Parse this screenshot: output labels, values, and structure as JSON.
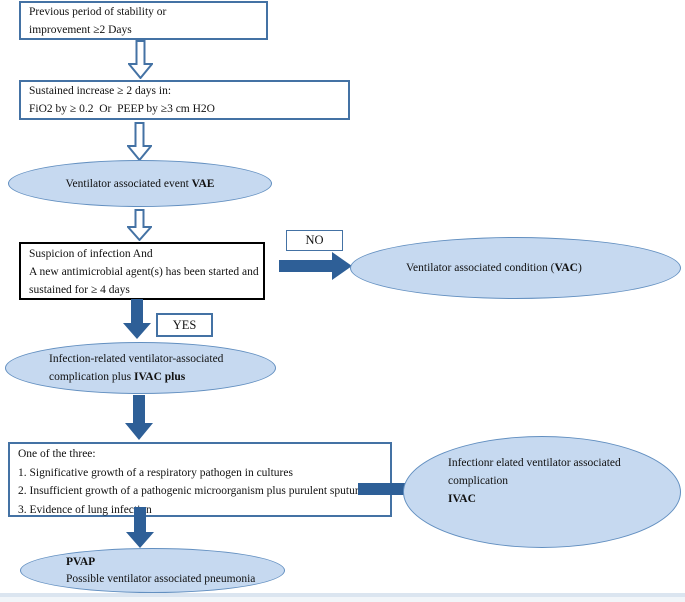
{
  "boxes": {
    "previous": {
      "lines": [
        "Previous period of stability or",
        "improvement ≥2 Days"
      ]
    },
    "sustained": {
      "lines": [
        "Sustained increase ≥ 2 days in:",
        "FiO2 by ≥ 0.2  Or  PEEP by ≥3 cm H2O"
      ]
    },
    "suspicion": {
      "lines": [
        "Suspicion of infection And",
        "A new antimicrobial agent(s) has been started and",
        "sustained for ≥ 4 days"
      ]
    },
    "criteria": {
      "lines": [
        "One of the three:",
        "1. Significative growth of a respiratory pathogen in cultures",
        "2. Insufficient growth of a pathogenic microorganism plus purulent sputum",
        "3. Evidence of lung infection"
      ]
    }
  },
  "decision_labels": {
    "no": "NO",
    "yes": "YES"
  },
  "ellipses": {
    "vae": {
      "text": "Ventilator associated event ",
      "bold": "VAE"
    },
    "vac": {
      "text": "Ventilator associated condition (",
      "bold": "VAC",
      "suffix": ")"
    },
    "ivac_plus": {
      "line1": "Infection-related ventilator-associated",
      "line2": "complication plus ",
      "line2_bold": "IVAC plus"
    },
    "ivac": {
      "line1": "Infectionr elated ventilator associated",
      "line2": "complication",
      "line3_bold": "IVAC"
    },
    "pvap": {
      "line1_bold": "PVAP",
      "line2": "Possible ventilator associated pneumonia"
    }
  },
  "colors": {
    "ellipse_fill": "#c6d9f0",
    "ellipse_border": "#628fc0",
    "box_border_blue": "#4472a4",
    "box_border_black": "#000000",
    "arrow_solid": "#2e5f97",
    "arrow_outline_stroke": "#4472a4"
  }
}
